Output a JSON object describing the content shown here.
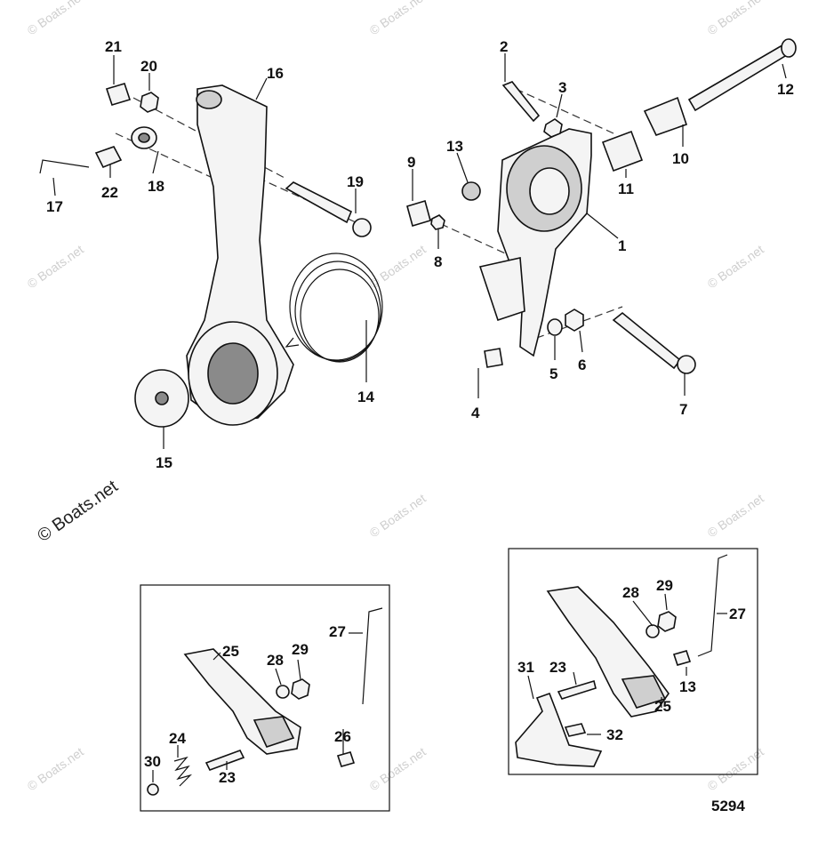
{
  "watermark": "© Boats.net",
  "diagram_number": "5294",
  "callouts": {
    "c1": "1",
    "c2": "2",
    "c3": "3",
    "c4": "4",
    "c5": "5",
    "c6": "6",
    "c7": "7",
    "c8": "8",
    "c9": "9",
    "c10": "10",
    "c11": "11",
    "c12": "12",
    "c13": "13",
    "c14": "14",
    "c15": "15",
    "c16": "16",
    "c17": "17",
    "c18": "18",
    "c19": "19",
    "c20": "20",
    "c21": "21",
    "c22": "22",
    "b1_25": "25",
    "b1_29": "29",
    "b1_28": "28",
    "b1_27": "27",
    "b1_26": "26",
    "b1_24": "24",
    "b1_23": "23",
    "b1_30": "30",
    "b2_28": "28",
    "b2_29": "29",
    "b2_27": "27",
    "b2_23": "23",
    "b2_31": "31",
    "b2_13": "13",
    "b2_25": "25",
    "b2_32": "32"
  }
}
